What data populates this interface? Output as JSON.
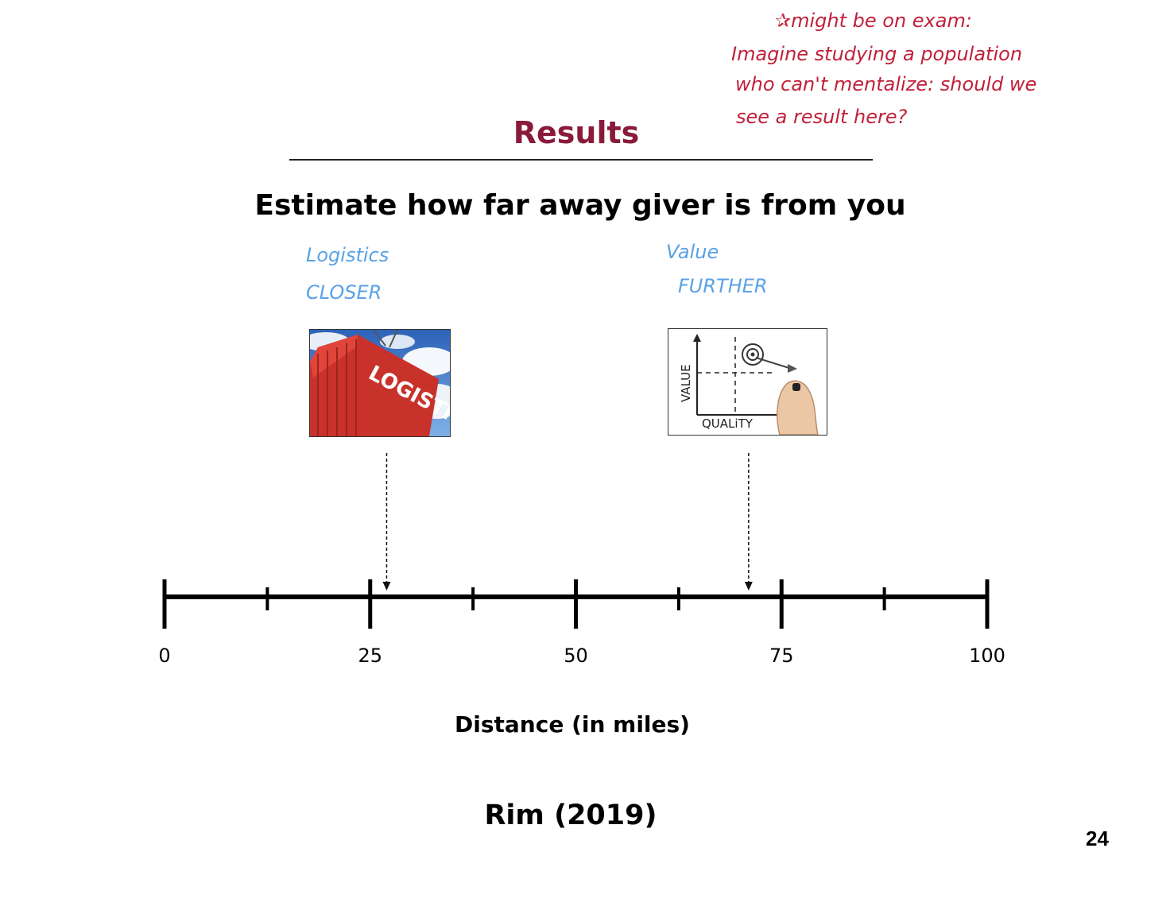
{
  "slide": {
    "title": "Results",
    "question": "Estimate how far away giver is from you",
    "citation": "Rim (2019)",
    "page_number": "24",
    "title_color": "#8a1a3b"
  },
  "annotations": {
    "red_color": "#c0213a",
    "blue_color": "#5aa2e6",
    "red_lines": [
      "✰might be on exam:",
      "Imagine studying a population",
      "who can't mentalize: should we",
      "see a result here?"
    ],
    "logistics_label": "Logistics",
    "logistics_direction": "CLOSER",
    "value_label": "Value",
    "value_direction": "FURTHER"
  },
  "images": {
    "logistics": {
      "icon": "shipping-container-image",
      "text": "LOGISTICS"
    },
    "value": {
      "icon": "value-quality-chart-image",
      "y_axis_text": "VALUE",
      "x_axis_text": "QUALiTY"
    }
  },
  "scale": {
    "min": 0,
    "max": 100,
    "tick_labels": [
      "0",
      "25",
      "50",
      "75",
      "100"
    ],
    "axis_title": "Distance (in miles)",
    "logistics_estimate": 27,
    "value_estimate": 71
  }
}
